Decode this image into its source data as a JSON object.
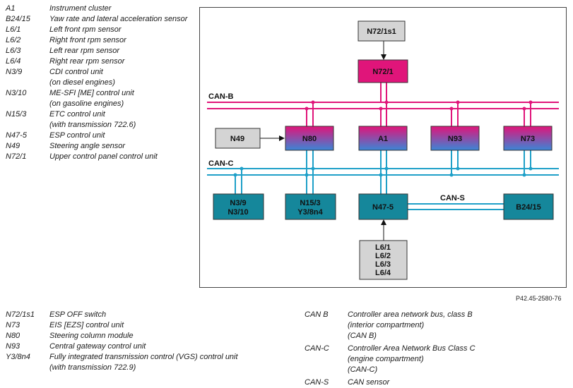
{
  "legend_top": [
    {
      "key": "A1",
      "text": "Instrument cluster"
    },
    {
      "key": "B24/15",
      "text": "Yaw rate and lateral acceleration sensor"
    },
    {
      "key": "L6/1",
      "text": "Left front rpm sensor"
    },
    {
      "key": "L6/2",
      "text": "Right front rpm sensor"
    },
    {
      "key": "L6/3",
      "text": "Left rear rpm sensor"
    },
    {
      "key": "L6/4",
      "text": "Right rear rpm sensor"
    },
    {
      "key": "N3/9",
      "text": "CDI control unit",
      "text2": "(on diesel engines)"
    },
    {
      "key": "N3/10",
      "text": "ME-SFI [ME] control unit",
      "text2": "(on gasoline engines)"
    },
    {
      "key": "N15/3",
      "text": "ETC control unit",
      "text2": "(with transmission 722.6)"
    },
    {
      "key": "N47-5",
      "text": "ESP control unit"
    },
    {
      "key": "N49",
      "text": "Steering angle sensor"
    },
    {
      "key": "N72/1",
      "text": "Upper control panel control unit"
    }
  ],
  "legend_bottom_left": [
    {
      "key": "N72/1s1",
      "text": "ESP OFF switch"
    },
    {
      "key": "N73",
      "text": "EIS [EZS] control unit"
    },
    {
      "key": "N80",
      "text": "Steering column module"
    },
    {
      "key": "N93",
      "text": "Central gateway control unit"
    },
    {
      "key": "Y3/8n4",
      "text": "Fully integrated transmission control (VGS) control unit",
      "text2": "(with transmission 722.9)"
    }
  ],
  "legend_bottom_right": [
    {
      "key": "CAN B",
      "text": "Controller area network bus, class B",
      "text2": "(interior compartment)",
      "text3": "(CAN B)"
    },
    {
      "key": "CAN-C",
      "text": "Controller Area Network Bus Class C",
      "text2": "(engine compartment)",
      "text3": "(CAN-C)"
    },
    {
      "key": "CAN-S",
      "text": "CAN sensor"
    }
  ],
  "reference": "P42.45-2580-76",
  "diagram": {
    "bus_can_b": "CAN-B",
    "bus_can_c": "CAN-C",
    "bus_can_s": "CAN-S",
    "n72s1": "N72/1s1",
    "n72": "N72/1",
    "n49": "N49",
    "n80": "N80",
    "a1": "A1",
    "n93": "N93",
    "n73": "N73",
    "n3_line1": "N3/9",
    "n3_line2": "N3/10",
    "n15_line1": "N15/3",
    "n15_line2": "Y3/8n4",
    "n47": "N47-5",
    "b24": "B24/15",
    "l6_1": "L6/1",
    "l6_2": "L6/2",
    "l6_3": "L6/3",
    "l6_4": "L6/4"
  },
  "colors": {
    "can_b": "#e0157a",
    "can_c": "#1fa0c8",
    "teal_box": "#15879b",
    "grey_box": "#d4d4d4",
    "gradient_top": "#e0157a",
    "gradient_bottom": "#3b86d6"
  }
}
